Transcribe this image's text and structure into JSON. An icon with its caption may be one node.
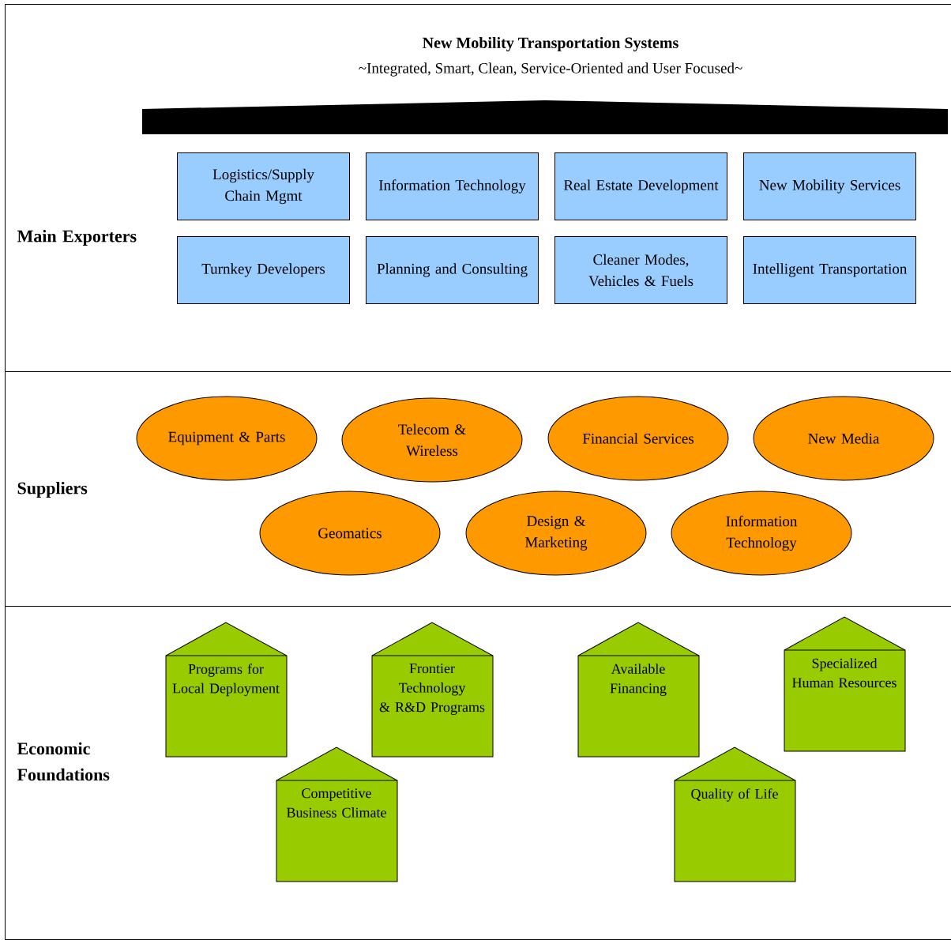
{
  "diagram": {
    "title": "New Mobility Transportation Systems",
    "nodes": [
      {
        "text": [
          "Main Exporters"
        ]
      },
      {
        "text": [
          "Logistics/Supply Chain Mgmt"
        ],
        "in": 0
      },
      {
        "text": [
          "Information Technology"
        ],
        "in": 0
      },
      {
        "text": [
          "Real Estate Development"
        ],
        "in": 0
      },
      {
        "text": [
          "New Mobility Services"
        ],
        "in": 0
      },
      {
        "text": [
          "Turnkey Developers"
        ],
        "in": 0
      },
      {
        "text": [
          "Planning and Consulting"
        ],
        "in": 0
      },
      {
        "text": [
          "Cleaner Modes, Vehicles & Fuels"
        ],
        "in": 0
      },
      {
        "text": [
          "Intelligent Transportation"
        ],
        "in": 0
      },
      {
        "text": [
          "Suppliers"
        ]
      },
      {
        "text": [
          "Equipment & Parts"
        ],
        "in": 9
      },
      {
        "text": [
          "Telecom & Wireless"
        ],
        "in": 9
      },
      {
        "text": [
          "Financial Services"
        ],
        "in": 9
      },
      {
        "text": [
          "New Media"
        ],
        "in": 9
      },
      {
        "text": [
          "Geomatics"
        ],
        "in": 9
      },
      {
        "text": [
          "Design & Marketing"
        ],
        "in": 9
      },
      {
        "text": [
          "Information Technology"
        ],
        "in": 9
      },
      {
        "text": [
          "Economic Foundations"
        ]
      },
      {
        "text": [
          "Programs for Local Deployment"
        ],
        "in": 17
      },
      {
        "text": [
          "Frontier Technology & R&D Programs"
        ],
        "in": 17
      },
      {
        "text": [
          "Available Financing"
        ],
        "in": 17
      },
      {
        "text": [
          "Specialized Human Resources"
        ],
        "in": 17
      },
      {
        "text": [
          "Competitive Business Climate"
        ],
        "in": 17
      },
      {
        "text": [
          "Quality of Life"
        ],
        "in": 17
      }
    ],
    "labels": [
      "~Integrated, Smart, Clean, Service-Oriented and User Focused~"
    ]
  }
}
